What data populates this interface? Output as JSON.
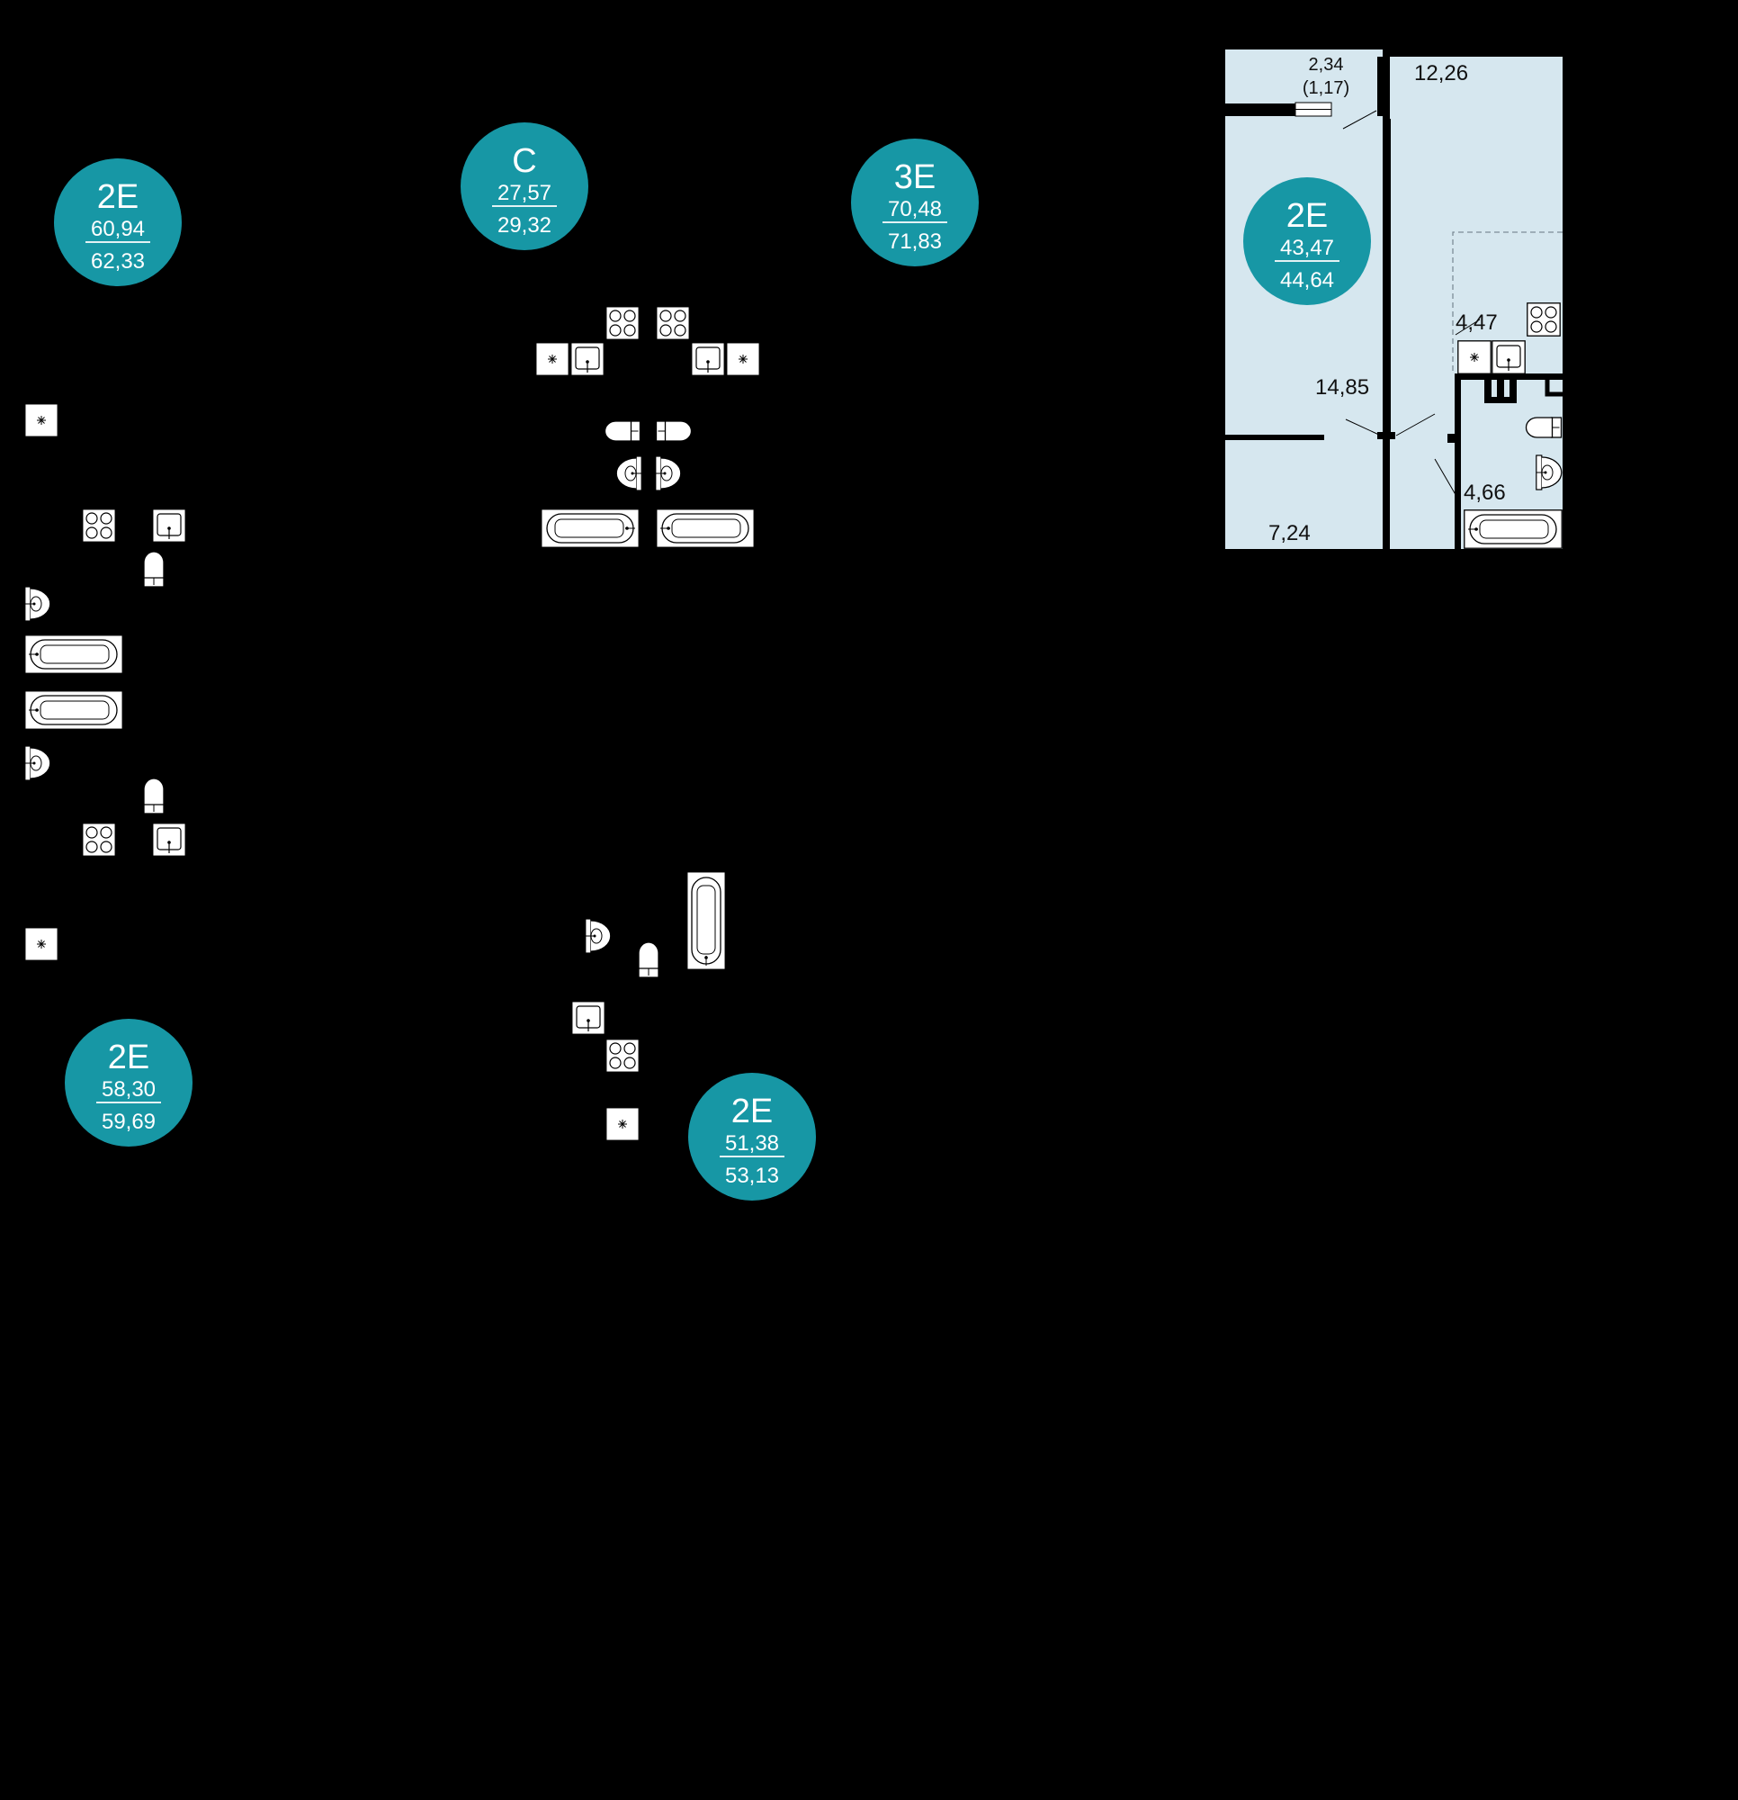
{
  "colors": {
    "background": "#000000",
    "room_fill": "#d6e7ef",
    "badge_fill": "#1797a5",
    "badge_text": "#ffffff",
    "fixture_fill": "#ffffff",
    "line": "#000000"
  },
  "badges": [
    {
      "type": "2E",
      "living": "60,94",
      "total": "62,33"
    },
    {
      "type": "C",
      "living": "27,57",
      "total": "29,32"
    },
    {
      "type": "3E",
      "living": "70,48",
      "total": "71,83"
    },
    {
      "type": "2E",
      "living": "43,47",
      "total": "44,64"
    },
    {
      "type": "2E",
      "living": "58,30",
      "total": "59,69"
    },
    {
      "type": "2E",
      "living": "51,38",
      "total": "53,13"
    }
  ],
  "rooms": {
    "balcony_area": "2,34",
    "balcony_reduced": "(1,17)",
    "room": "12,26",
    "living": "14,85",
    "kitchen": "4,47",
    "bath": "4,66",
    "hall": "7,24"
  },
  "fixtures": {
    "stove": "stove-icon",
    "sink": "sink-icon",
    "fridge": "fridge-icon",
    "toilet": "toilet-icon",
    "washbasin": "washbasin-icon",
    "bathtub": "bathtub-icon"
  }
}
